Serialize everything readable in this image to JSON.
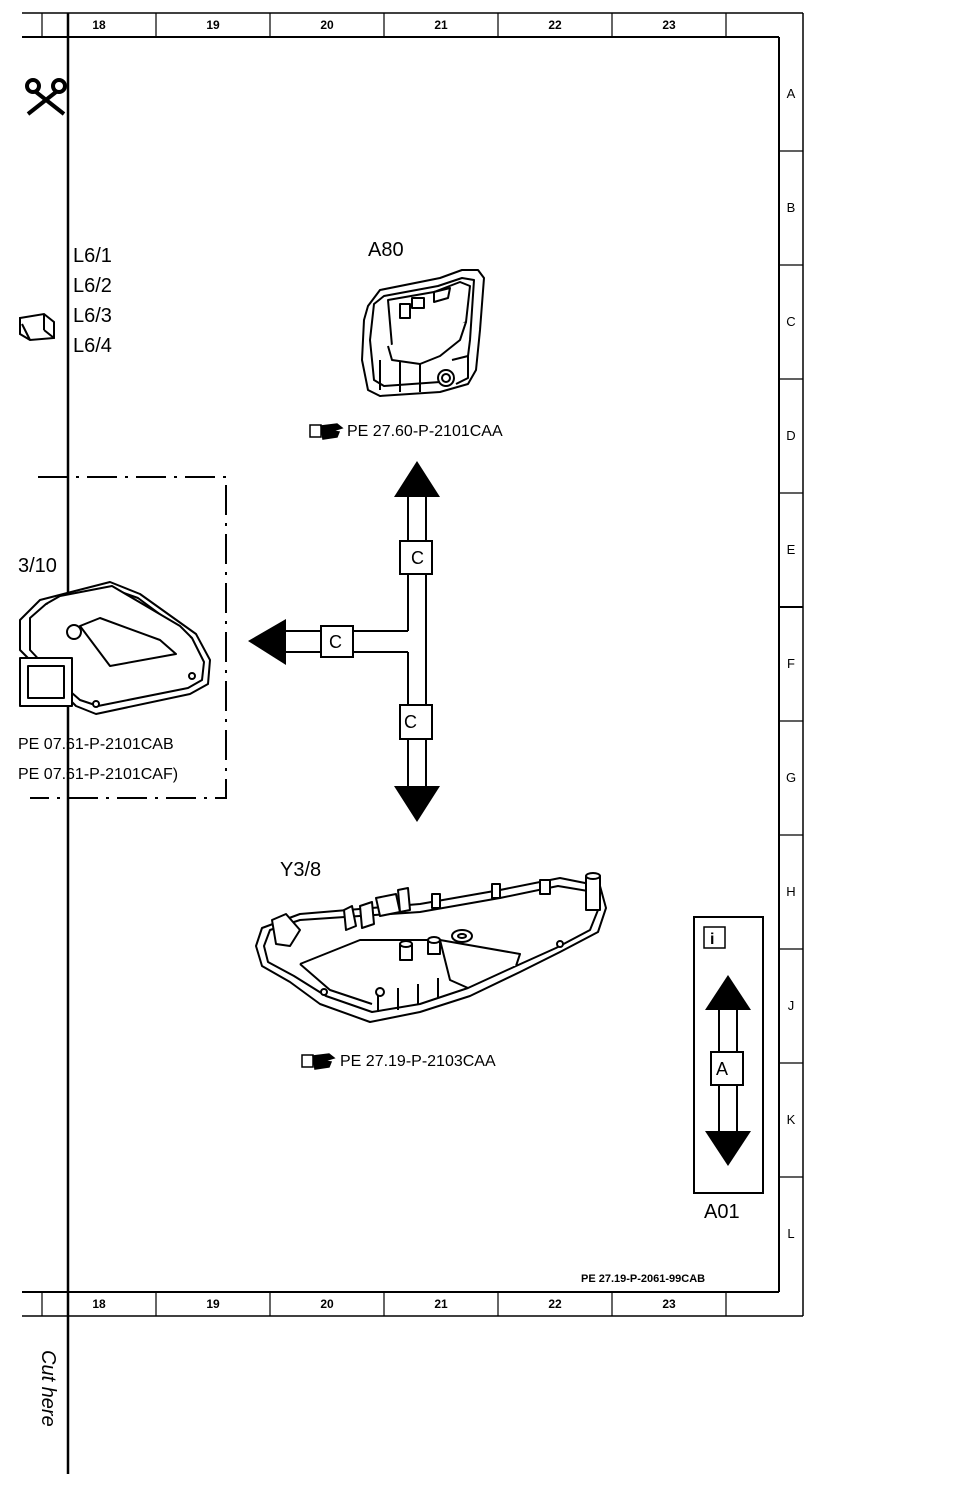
{
  "grid": {
    "columns": [
      "18",
      "19",
      "20",
      "21",
      "22",
      "23"
    ],
    "rows": [
      "A",
      "B",
      "C",
      "D",
      "E",
      "F",
      "G",
      "H",
      "J",
      "K",
      "L"
    ]
  },
  "sidebar_labels": [
    "L6/1",
    "L6/2",
    "L6/3",
    "L6/4"
  ],
  "components": {
    "a80": {
      "label": "A80",
      "ref": "PE 27.60-P-2101CAA"
    },
    "partial": {
      "label": "3/10",
      "refs": [
        "PE 07.61-P-2101CAB",
        "PE 07.61-P-2101CAF)"
      ]
    },
    "y38": {
      "label": "Y3/8",
      "ref": "PE 27.19-P-2103CAA"
    }
  },
  "connectors": {
    "top": "C",
    "left": "C",
    "bottom": "C"
  },
  "info_box": {
    "info_icon": "i",
    "connector": "A",
    "label": "A01"
  },
  "footer_ref": "PE 27.19-P-2061-99CAB",
  "cut_text": "Cut here",
  "icons": [
    "scissors-icon",
    "pointing-hand-icon",
    "info-icon",
    "arrow-up-icon",
    "arrow-down-icon",
    "arrow-left-icon"
  ]
}
